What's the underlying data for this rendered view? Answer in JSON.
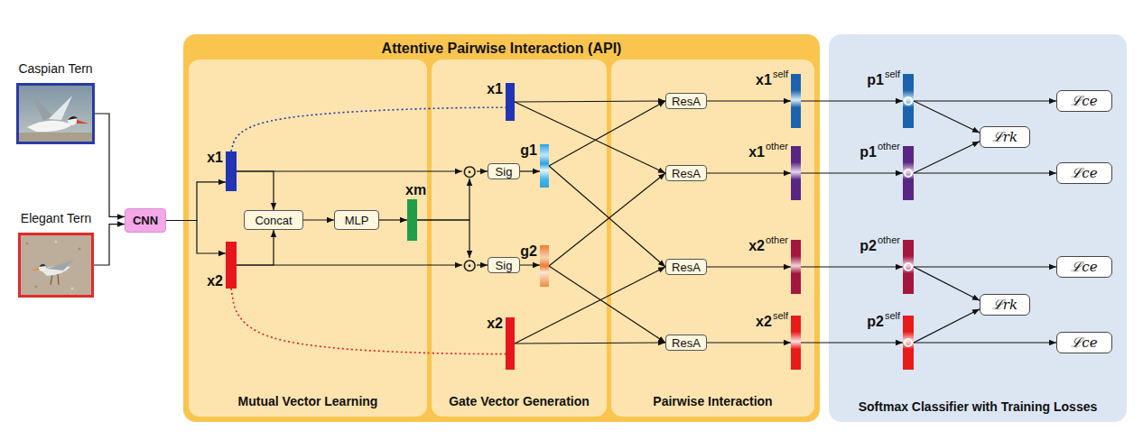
{
  "diagram": {
    "nodes": [
      {
        "text": [
          "Caspian Tern"
        ]
      },
      {
        "text": [
          "Elegant Tern"
        ]
      },
      {
        "text": [
          "CNN"
        ]
      },
      {
        "text": [
          "Attentive Pairwise Interaction (API)"
        ]
      },
      {
        "text": [
          "Mutual Vector Learning"
        ],
        "in": 3
      },
      {
        "text": [
          "Gate Vector Generation"
        ],
        "in": 3
      },
      {
        "text": [
          "Pairwise Interaction"
        ],
        "in": 3
      },
      {
        "text": [
          "Softmax Classifier with Training Losses"
        ]
      },
      {
        "text": [
          "x1"
        ],
        "in": 4
      },
      {
        "text": [
          "x2"
        ],
        "in": 4
      },
      {
        "text": [
          "Concat"
        ],
        "in": 4
      },
      {
        "text": [
          "MLP"
        ],
        "in": 4
      },
      {
        "text": [
          "xm"
        ],
        "in": 4
      },
      {
        "text": [
          "x1"
        ],
        "in": 5
      },
      {
        "text": [
          "⊙"
        ],
        "in": 5
      },
      {
        "text": [
          "Sig"
        ],
        "in": 5
      },
      {
        "text": [
          "g1"
        ],
        "in": 5
      },
      {
        "text": [
          "⊙"
        ],
        "in": 5
      },
      {
        "text": [
          "Sig"
        ],
        "in": 5
      },
      {
        "text": [
          "g2"
        ],
        "in": 5
      },
      {
        "text": [
          "x2"
        ],
        "in": 5
      },
      {
        "text": [
          "ResA"
        ],
        "in": 6
      },
      {
        "text": [
          "x1",
          "self"
        ],
        "in": 6
      },
      {
        "text": [
          "ResA"
        ],
        "in": 6
      },
      {
        "text": [
          "x1",
          "other"
        ],
        "in": 6
      },
      {
        "text": [
          "ResA"
        ],
        "in": 6
      },
      {
        "text": [
          "x2",
          "other"
        ],
        "in": 6
      },
      {
        "text": [
          "ResA"
        ],
        "in": 6
      },
      {
        "text": [
          "x2",
          "self"
        ],
        "in": 6
      },
      {
        "text": [
          "p1",
          "self"
        ],
        "in": 7
      },
      {
        "text": [
          "ℒce"
        ],
        "in": 7
      },
      {
        "text": [
          "ℒrk"
        ],
        "in": 7
      },
      {
        "text": [
          "p1",
          "other"
        ],
        "in": 7
      },
      {
        "text": [
          "ℒce"
        ],
        "in": 7
      },
      {
        "text": [
          "p2",
          "other"
        ],
        "in": 7
      },
      {
        "text": [
          "ℒce"
        ],
        "in": 7
      },
      {
        "text": [
          "ℒrk"
        ],
        "in": 7
      },
      {
        "text": [
          "p2",
          "self"
        ],
        "in": 7
      },
      {
        "text": [
          "ℒce"
        ],
        "in": 7
      }
    ],
    "edges": [
      {
        "from": 0,
        "to": 2,
        "arrow": "to"
      },
      {
        "from": 1,
        "to": 2,
        "arrow": "to"
      },
      {
        "from": 2,
        "to": 8,
        "arrow": "to"
      },
      {
        "from": 2,
        "to": 9,
        "arrow": "to"
      },
      {
        "from": 8,
        "to": 10,
        "arrow": "to"
      },
      {
        "from": 9,
        "to": 10,
        "arrow": "to"
      },
      {
        "from": 10,
        "to": 11,
        "arrow": "to"
      },
      {
        "from": 11,
        "to": 12,
        "arrow": "to"
      },
      {
        "from": 8,
        "to": 14,
        "arrow": "to"
      },
      {
        "from": 9,
        "to": 17,
        "arrow": "to"
      },
      {
        "from": 12,
        "to": 14,
        "arrow": "to"
      },
      {
        "from": 12,
        "to": 17,
        "arrow": "to"
      },
      {
        "from": 14,
        "to": 15,
        "arrow": "to"
      },
      {
        "from": 15,
        "to": 16,
        "arrow": "to"
      },
      {
        "from": 17,
        "to": 18,
        "arrow": "to"
      },
      {
        "from": 18,
        "to": 19,
        "arrow": "to"
      },
      {
        "from": 8,
        "to": 13,
        "arrow": "none"
      },
      {
        "from": 9,
        "to": 20,
        "arrow": "none"
      },
      {
        "from": 13,
        "to": 21,
        "arrow": "to"
      },
      {
        "from": 13,
        "to": 23,
        "arrow": "to"
      },
      {
        "from": 16,
        "to": 21,
        "arrow": "to"
      },
      {
        "from": 16,
        "to": 25,
        "arrow": "to"
      },
      {
        "from": 19,
        "to": 23,
        "arrow": "to"
      },
      {
        "from": 19,
        "to": 27,
        "arrow": "to"
      },
      {
        "from": 20,
        "to": 25,
        "arrow": "to"
      },
      {
        "from": 20,
        "to": 27,
        "arrow": "to"
      },
      {
        "from": 21,
        "to": 22,
        "arrow": "to"
      },
      {
        "from": 23,
        "to": 24,
        "arrow": "to"
      },
      {
        "from": 25,
        "to": 26,
        "arrow": "to"
      },
      {
        "from": 27,
        "to": 28,
        "arrow": "to"
      },
      {
        "from": 22,
        "to": 29,
        "arrow": "to"
      },
      {
        "from": 24,
        "to": 32,
        "arrow": "to"
      },
      {
        "from": 26,
        "to": 34,
        "arrow": "to"
      },
      {
        "from": 28,
        "to": 37,
        "arrow": "to"
      },
      {
        "from": 29,
        "to": 30,
        "arrow": "to"
      },
      {
        "from": 29,
        "to": 31,
        "arrow": "to"
      },
      {
        "from": 32,
        "to": 33,
        "arrow": "to"
      },
      {
        "from": 32,
        "to": 31,
        "arrow": "to"
      },
      {
        "from": 34,
        "to": 35,
        "arrow": "to"
      },
      {
        "from": 34,
        "to": 36,
        "arrow": "to"
      },
      {
        "from": 37,
        "to": 38,
        "arrow": "to"
      },
      {
        "from": 37,
        "to": 36,
        "arrow": "to"
      }
    ]
  }
}
